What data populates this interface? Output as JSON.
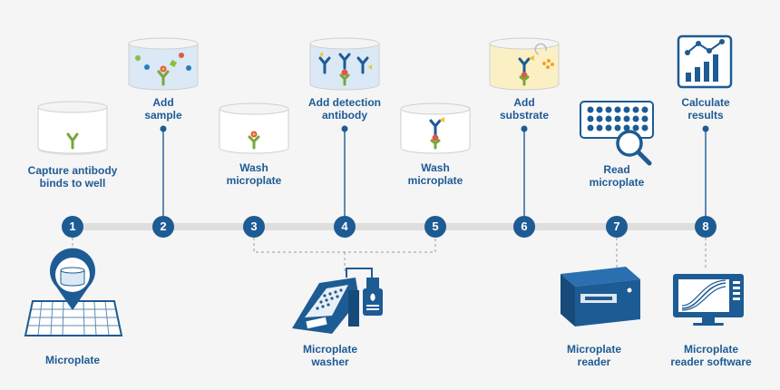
{
  "colors": {
    "primary": "#1d5b94",
    "timeline": "#d9d9d9",
    "connector": "#999999",
    "background": "#f5f5f5"
  },
  "steps": [
    {
      "number": "1",
      "label_lines": [
        "Capture antibody",
        "binds to well"
      ]
    },
    {
      "number": "2",
      "label_lines": [
        "Add",
        "sample"
      ]
    },
    {
      "number": "3",
      "label_lines": [
        "Wash",
        "microplate"
      ]
    },
    {
      "number": "4",
      "label_lines": [
        "Add detection",
        "antibody"
      ]
    },
    {
      "number": "5",
      "label_lines": [
        "Wash",
        "microplate"
      ]
    },
    {
      "number": "6",
      "label_lines": [
        "Add",
        "substrate"
      ]
    },
    {
      "number": "7",
      "label_lines": [
        "Read",
        "microplate"
      ]
    },
    {
      "number": "8",
      "label_lines": [
        "Calculate",
        "results"
      ]
    }
  ],
  "equipment": [
    {
      "label_lines": [
        "Microplate"
      ],
      "icon": "microplate-icon"
    },
    {
      "label_lines": [
        "Microplate",
        "washer"
      ],
      "icon": "microplate-washer-icon"
    },
    {
      "label_lines": [
        "Microplate",
        "reader"
      ],
      "icon": "microplate-reader-icon"
    },
    {
      "label_lines": [
        "Microplate",
        "reader software"
      ],
      "icon": "reader-software-icon"
    }
  ]
}
